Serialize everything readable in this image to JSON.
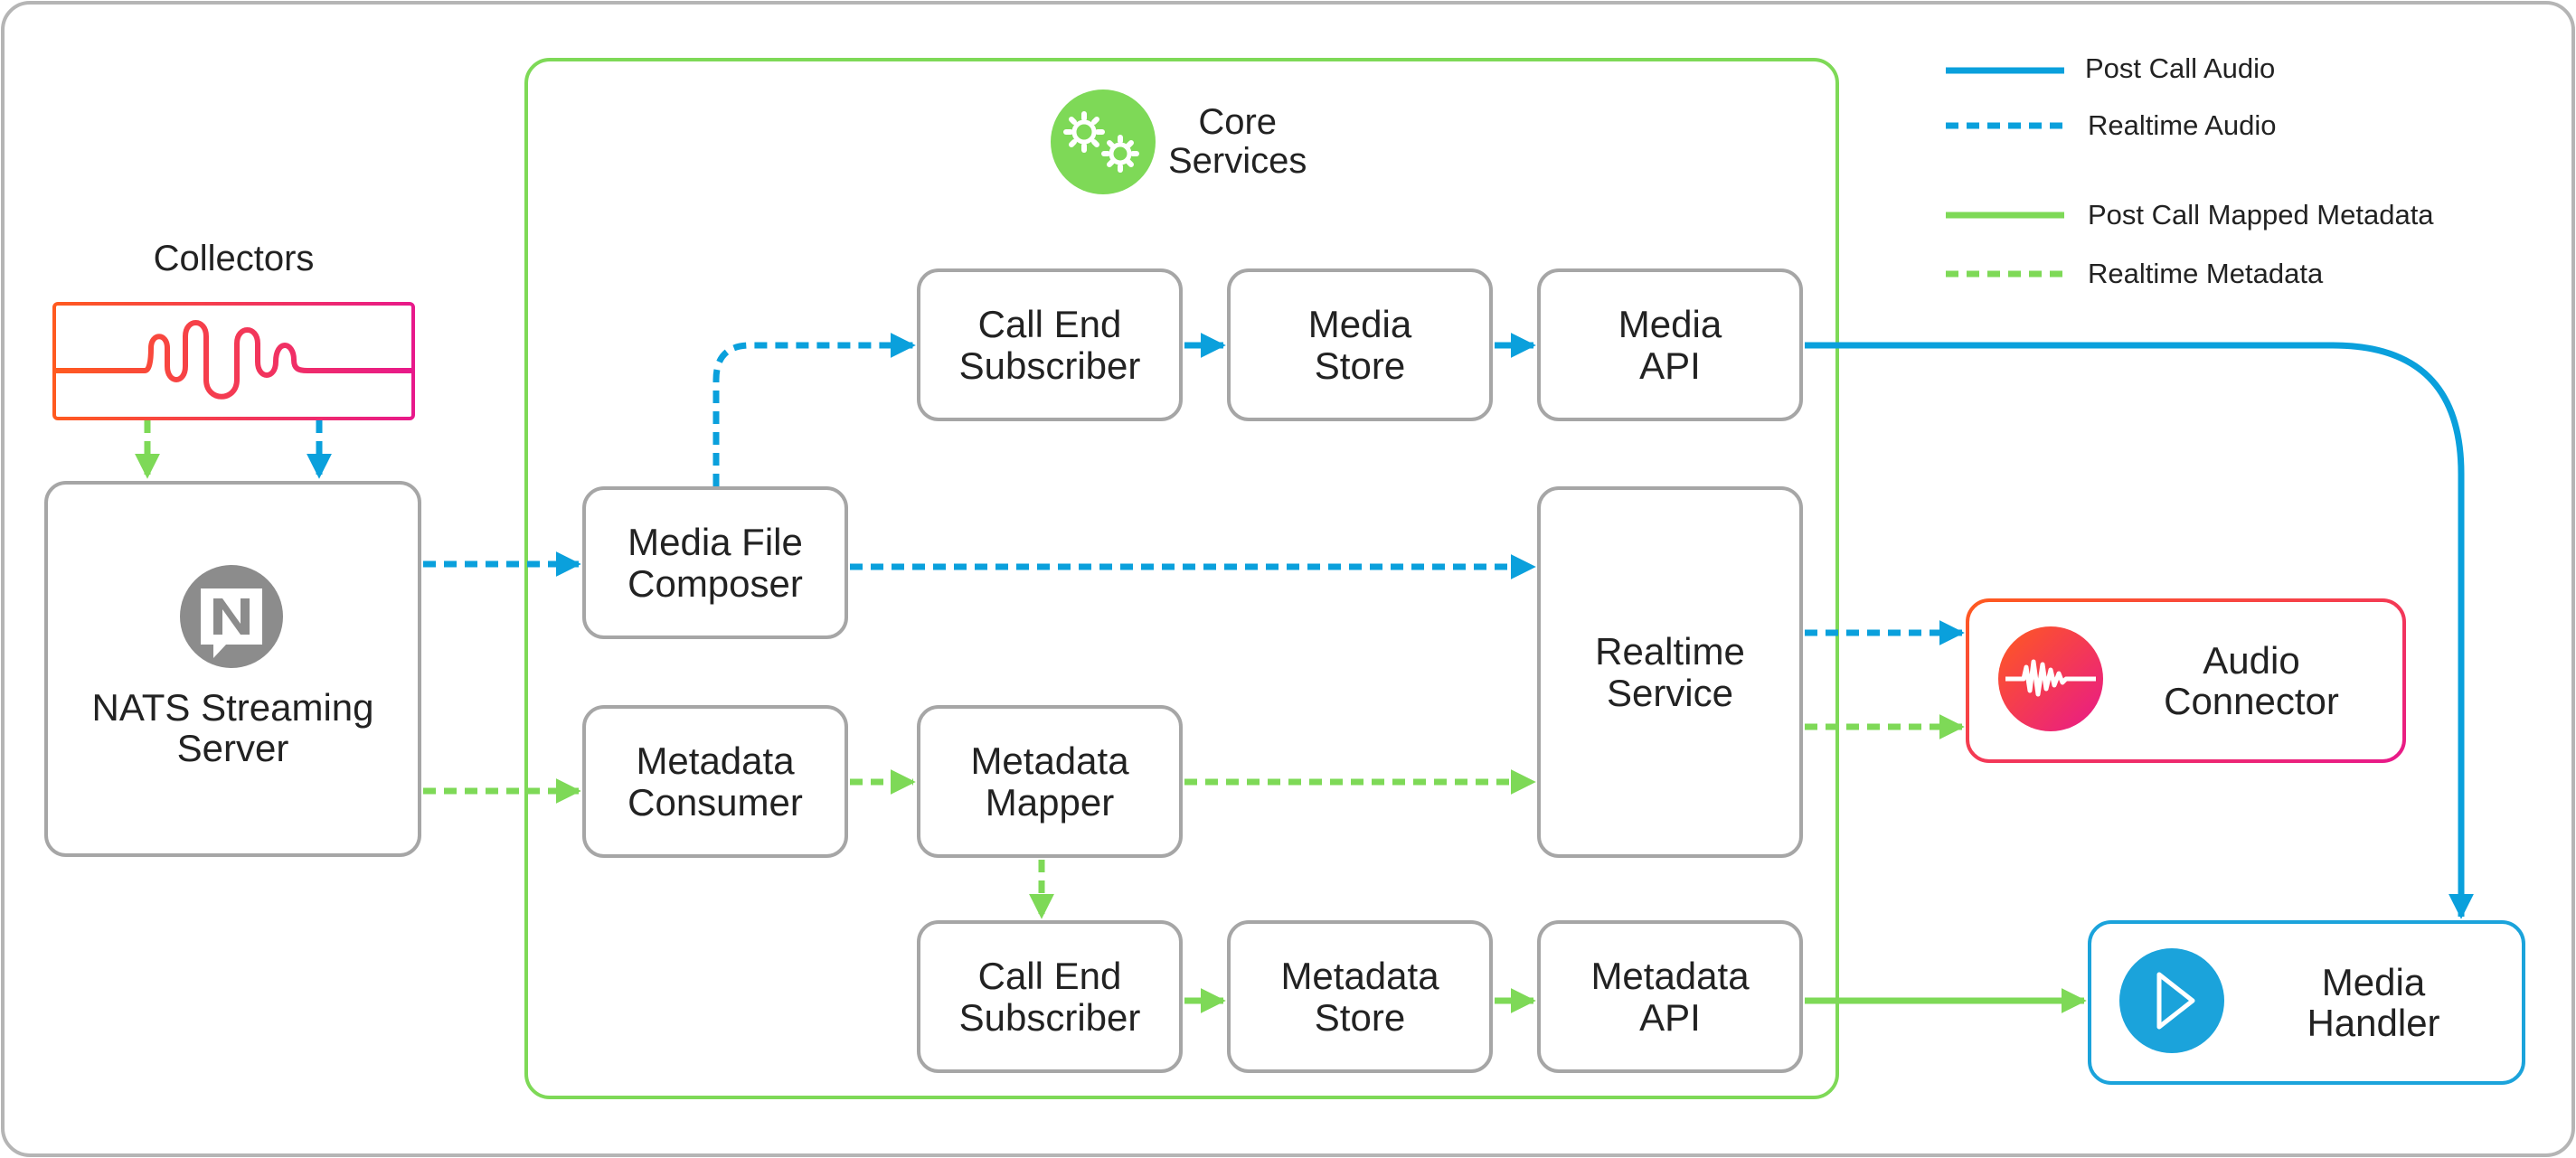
{
  "colors": {
    "blue": "#0aa0dc",
    "green": "#7ed957",
    "grey_border": "#a6a6a6",
    "outer_border": "#b5b5b5",
    "collector_orange": "#ff5a1f",
    "collector_pink": "#e8198a",
    "audio_connector_border": "#e8198a",
    "media_handler_border": "#1ba3db",
    "nats_icon": "#8c8c8c",
    "core_icon": "#7ed957"
  },
  "legend": [
    {
      "label": "Post Call Audio",
      "color": "blue",
      "style": "solid"
    },
    {
      "label": "Realtime Audio",
      "color": "blue",
      "style": "dashed"
    },
    {
      "label": "Post Call Mapped Metadata",
      "color": "green",
      "style": "solid"
    },
    {
      "label": "Realtime Metadata",
      "color": "green",
      "style": "dashed"
    }
  ],
  "core_services": {
    "title": "Core\nServices",
    "icon": "gears-icon"
  },
  "collectors": {
    "title": "Collectors",
    "icon": "waveform-icon"
  },
  "nodes": {
    "nats": {
      "label": "NATS Streaming\nServer",
      "icon": "nats-icon"
    },
    "media_file_composer": {
      "label": "Media File\nComposer"
    },
    "metadata_consumer": {
      "label": "Metadata\nConsumer"
    },
    "call_end_subscriber_top": {
      "label": "Call End\nSubscriber"
    },
    "media_store": {
      "label": "Media\nStore"
    },
    "media_api": {
      "label": "Media\nAPI"
    },
    "metadata_mapper": {
      "label": "Metadata\nMapper"
    },
    "realtime_service": {
      "label": "Realtime\nService"
    },
    "call_end_subscriber_bottom": {
      "label": "Call End\nSubscriber"
    },
    "metadata_store": {
      "label": "Metadata\nStore"
    },
    "metadata_api": {
      "label": "Metadata\nAPI"
    },
    "audio_connector": {
      "label": "Audio\nConnector",
      "icon": "audio-wave-icon"
    },
    "media_handler": {
      "label": "Media\nHandler",
      "icon": "play-icon"
    }
  }
}
